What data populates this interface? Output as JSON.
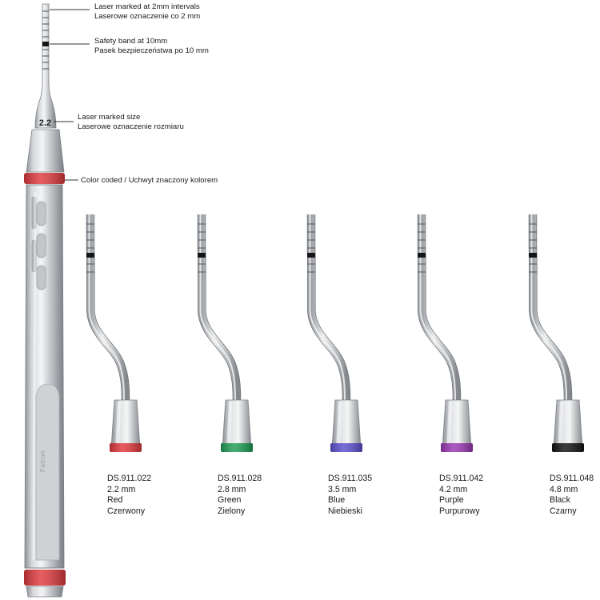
{
  "annotations": {
    "laser_marks": {
      "line1": "Laser marked at 2mm intervals",
      "line2": "Laserowe oznaczenie co 2 mm"
    },
    "safety_band": {
      "line1": "Safety band at 10mm",
      "line2": "Pasek bezpieczeństwa po 10 mm"
    },
    "laser_size": {
      "line1": "Laser marked size",
      "line2": "Laserowe oznaczenie rozmiaru"
    },
    "color_coded": {
      "line1": "Color coded / Uchwyt znaczony kolorem"
    }
  },
  "handle": {
    "size_mark": "2.2",
    "brand": "Falcon",
    "ring_color": "#e03a3e"
  },
  "tips": [
    {
      "code": "DS.911.022",
      "size": "2.2 mm",
      "color_en": "Red",
      "color_pl": "Czerwony",
      "ring_color": "#e2373c"
    },
    {
      "code": "DS.911.028",
      "size": "2.8 mm",
      "color_en": "Green",
      "color_pl": "Zielony",
      "ring_color": "#1f9e55"
    },
    {
      "code": "DS.911.035",
      "size": "3.5 mm",
      "color_en": "Blue",
      "color_pl": "Niebieski",
      "ring_color": "#5b4fd0"
    },
    {
      "code": "DS.911.042",
      "size": "4.2 mm",
      "color_en": "Purple",
      "color_pl": "Purpurowy",
      "ring_color": "#9b37b4"
    },
    {
      "code": "DS.911.048",
      "size": "4.8 mm",
      "color_en": "Black",
      "color_pl": "Czarny",
      "ring_color": "#111111"
    }
  ]
}
